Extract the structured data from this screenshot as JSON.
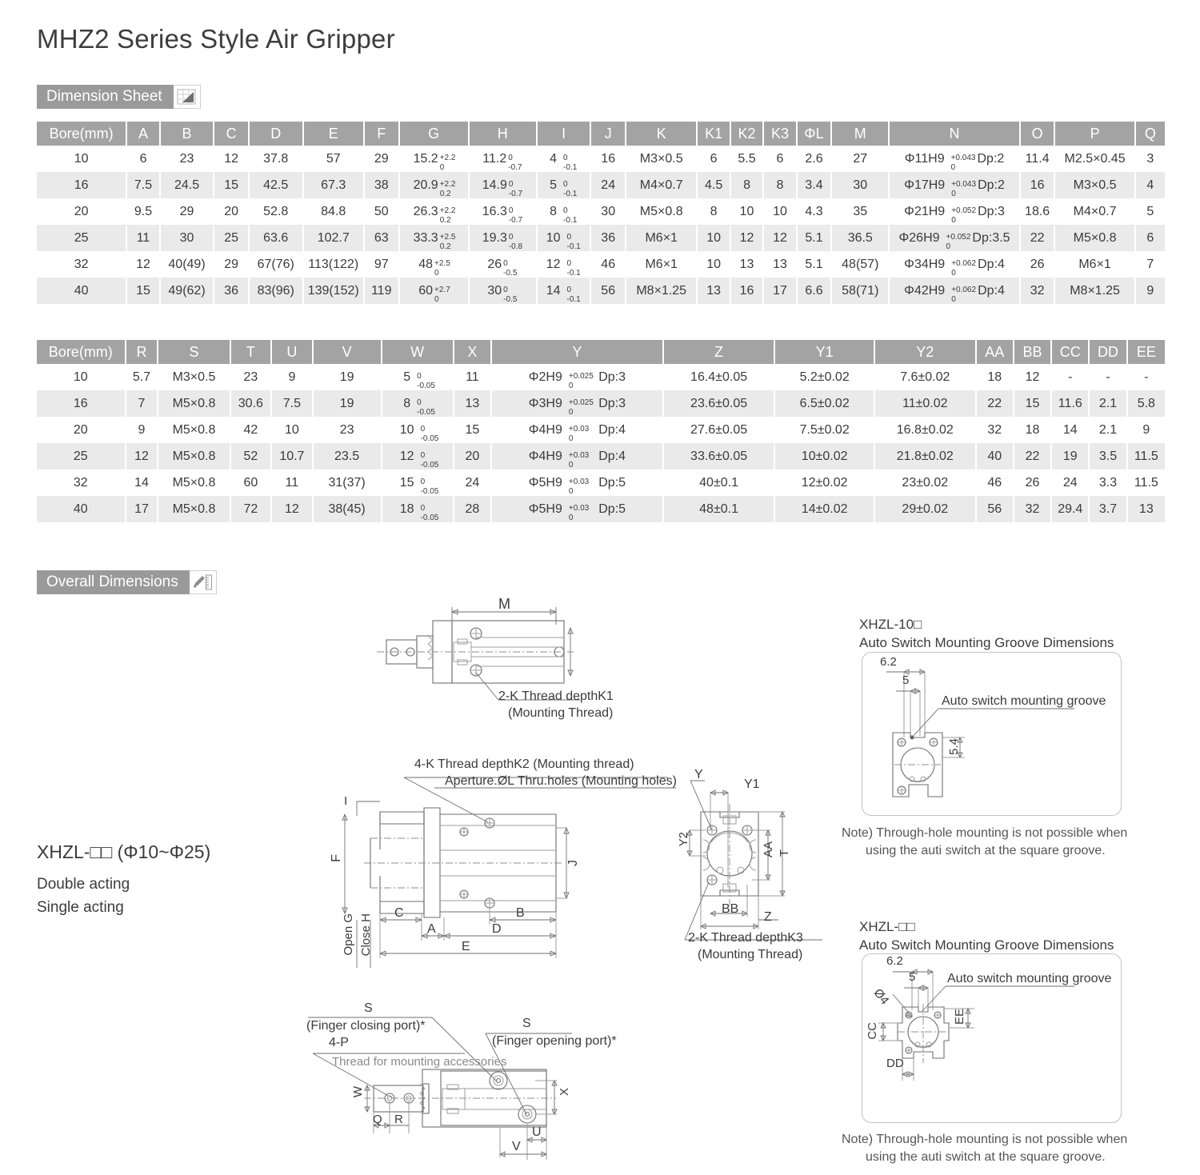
{
  "title": "MHZ2 Series Style Air Gripper",
  "sections": {
    "dimension_sheet": "Dimension Sheet",
    "overall_dimensions": "Overall Dimensions"
  },
  "table1": {
    "headers": [
      "Bore(mm)",
      "A",
      "B",
      "C",
      "D",
      "E",
      "F",
      "G",
      "H",
      "I",
      "J",
      "K",
      "K1",
      "K2",
      "K3",
      "ΦL",
      "M",
      "N",
      "O",
      "P",
      "Q"
    ],
    "rows": [
      {
        "bore": "10",
        "A": "6",
        "B": "23",
        "C": "12",
        "D": "37.8",
        "E": "57",
        "F": "29",
        "G": {
          "base": "15.2",
          "up": "+2.2",
          "lo": "0"
        },
        "H": {
          "base": "11.2",
          "up": "0",
          "lo": "-0.7"
        },
        "I": {
          "base": "4",
          "up": "0",
          "lo": "-0.1"
        },
        "J": "16",
        "K": "M3×0.5",
        "K1": "6",
        "K2": "5.5",
        "K3": "6",
        "L": "2.6",
        "M": "27",
        "N": {
          "base": "Φ11H9",
          "up": "+0.043",
          "lo": "0",
          "dp": "Dp:2"
        },
        "O": "11.4",
        "P": "M2.5×0.45",
        "Q": "3"
      },
      {
        "bore": "16",
        "A": "7.5",
        "B": "24.5",
        "C": "15",
        "D": "42.5",
        "E": "67.3",
        "F": "38",
        "G": {
          "base": "20.9",
          "up": "+2.2",
          "lo": "0.2"
        },
        "H": {
          "base": "14.9",
          "up": "0",
          "lo": "-0.7"
        },
        "I": {
          "base": "5",
          "up": "0",
          "lo": "-0.1"
        },
        "J": "24",
        "K": "M4×0.7",
        "K1": "4.5",
        "K2": "8",
        "K3": "8",
        "L": "3.4",
        "M": "30",
        "N": {
          "base": "Φ17H9",
          "up": "+0.043",
          "lo": "0",
          "dp": "Dp:2"
        },
        "O": "16",
        "P": "M3×0.5",
        "Q": "4"
      },
      {
        "bore": "20",
        "A": "9.5",
        "B": "29",
        "C": "20",
        "D": "52.8",
        "E": "84.8",
        "F": "50",
        "G": {
          "base": "26.3",
          "up": "+2.2",
          "lo": "0.2"
        },
        "H": {
          "base": "16.3",
          "up": "0",
          "lo": "-0.7"
        },
        "I": {
          "base": "8",
          "up": "0",
          "lo": "-0.1"
        },
        "J": "30",
        "K": "M5×0.8",
        "K1": "8",
        "K2": "10",
        "K3": "10",
        "L": "4.3",
        "M": "35",
        "N": {
          "base": "Φ21H9",
          "up": "+0.052",
          "lo": "0",
          "dp": "Dp:3"
        },
        "O": "18.6",
        "P": "M4×0.7",
        "Q": "5"
      },
      {
        "bore": "25",
        "A": "11",
        "B": "30",
        "C": "25",
        "D": "63.6",
        "E": "102.7",
        "F": "63",
        "G": {
          "base": "33.3",
          "up": "+2.5",
          "lo": "0.2"
        },
        "H": {
          "base": "19.3",
          "up": "0",
          "lo": "-0.8"
        },
        "I": {
          "base": "10",
          "up": "0",
          "lo": "-0.1"
        },
        "J": "36",
        "K": "M6×1",
        "K1": "10",
        "K2": "12",
        "K3": "12",
        "L": "5.1",
        "M": "36.5",
        "N": {
          "base": "Φ26H9",
          "up": "+0.052",
          "lo": "0",
          "dp": "Dp:3.5"
        },
        "O": "22",
        "P": "M5×0.8",
        "Q": "6"
      },
      {
        "bore": "32",
        "A": "12",
        "B": "40(49)",
        "C": "29",
        "D": "67(76)",
        "E": "113(122)",
        "F": "97",
        "G": {
          "base": "48",
          "up": "+2.5",
          "lo": "0"
        },
        "H": {
          "base": "26",
          "up": "0",
          "lo": "-0.5"
        },
        "I": {
          "base": "12",
          "up": "0",
          "lo": "-0.1"
        },
        "J": "46",
        "K": "M6×1",
        "K1": "10",
        "K2": "13",
        "K3": "13",
        "L": "5.1",
        "M": "48(57)",
        "N": {
          "base": "Φ34H9",
          "up": "+0.062",
          "lo": "0",
          "dp": "Dp:4"
        },
        "O": "26",
        "P": "M6×1",
        "Q": "7"
      },
      {
        "bore": "40",
        "A": "15",
        "B": "49(62)",
        "C": "36",
        "D": "83(96)",
        "E": "139(152)",
        "F": "119",
        "G": {
          "base": "60",
          "up": "+2.7",
          "lo": "0"
        },
        "H": {
          "base": "30",
          "up": "0",
          "lo": "-0.5"
        },
        "I": {
          "base": "14",
          "up": "0",
          "lo": "-0.1"
        },
        "J": "56",
        "K": "M8×1.25",
        "K1": "13",
        "K2": "16",
        "K3": "17",
        "L": "6.6",
        "M": "58(71)",
        "N": {
          "base": "Φ42H9",
          "up": "+0.062",
          "lo": "0",
          "dp": "Dp:4"
        },
        "O": "32",
        "P": "M8×1.25",
        "Q": "9"
      }
    ]
  },
  "table2": {
    "headers": [
      "Bore(mm)",
      "R",
      "S",
      "T",
      "U",
      "V",
      "W",
      "X",
      "Y",
      "Z",
      "Y1",
      "Y2",
      "AA",
      "BB",
      "CC",
      "DD",
      "EE"
    ],
    "rows": [
      {
        "bore": "10",
        "R": "5.7",
        "S": "M3×0.5",
        "T": "23",
        "U": "9",
        "V": "19",
        "W": {
          "base": "5",
          "up": "0",
          "lo": "-0.05"
        },
        "X": "11",
        "Y": {
          "base": "Φ2H9",
          "up": "+0.025",
          "lo": "0",
          "dp": "Dp:3"
        },
        "Z": "16.4±0.05",
        "Y1": "5.2±0.02",
        "Y2": "7.6±0.02",
        "AA": "18",
        "BB": "12",
        "CC": "-",
        "DD": "-",
        "EE": "-"
      },
      {
        "bore": "16",
        "R": "7",
        "S": "M5×0.8",
        "T": "30.6",
        "U": "7.5",
        "V": "19",
        "W": {
          "base": "8",
          "up": "0",
          "lo": "-0.05"
        },
        "X": "13",
        "Y": {
          "base": "Φ3H9",
          "up": "+0.025",
          "lo": "0",
          "dp": "Dp:3"
        },
        "Z": "23.6±0.05",
        "Y1": "6.5±0.02",
        "Y2": "11±0.02",
        "AA": "22",
        "BB": "15",
        "CC": "11.6",
        "DD": "2.1",
        "EE": "5.8"
      },
      {
        "bore": "20",
        "R": "9",
        "S": "M5×0.8",
        "T": "42",
        "U": "10",
        "V": "23",
        "W": {
          "base": "10",
          "up": "0",
          "lo": "-0.05"
        },
        "X": "15",
        "Y": {
          "base": "Φ4H9",
          "up": "+0.03",
          "lo": "0",
          "dp": "Dp:4"
        },
        "Z": "27.6±0.05",
        "Y1": "7.5±0.02",
        "Y2": "16.8±0.02",
        "AA": "32",
        "BB": "18",
        "CC": "14",
        "DD": "2.1",
        "EE": "9"
      },
      {
        "bore": "25",
        "R": "12",
        "S": "M5×0.8",
        "T": "52",
        "U": "10.7",
        "V": "23.5",
        "W": {
          "base": "12",
          "up": "0",
          "lo": "-0.05"
        },
        "X": "20",
        "Y": {
          "base": "Φ4H9",
          "up": "+0.03",
          "lo": "0",
          "dp": "Dp:4"
        },
        "Z": "33.6±0.05",
        "Y1": "10±0.02",
        "Y2": "21.8±0.02",
        "AA": "40",
        "BB": "22",
        "CC": "19",
        "DD": "3.5",
        "EE": "11.5"
      },
      {
        "bore": "32",
        "R": "14",
        "S": "M5×0.8",
        "T": "60",
        "U": "11",
        "V": "31(37)",
        "W": {
          "base": "15",
          "up": "0",
          "lo": "-0.05"
        },
        "X": "24",
        "Y": {
          "base": "Φ5H9",
          "up": "+0.03",
          "lo": "0",
          "dp": "Dp:5"
        },
        "Z": "40±0.1",
        "Y1": "12±0.02",
        "Y2": "23±0.02",
        "AA": "46",
        "BB": "26",
        "CC": "24",
        "DD": "3.3",
        "EE": "11.5"
      },
      {
        "bore": "40",
        "R": "17",
        "S": "M5×0.8",
        "T": "72",
        "U": "12",
        "V": "38(45)",
        "W": {
          "base": "18",
          "up": "0",
          "lo": "-0.05"
        },
        "X": "28",
        "Y": {
          "base": "Φ5H9",
          "up": "+0.03",
          "lo": "0",
          "dp": "Dp:5"
        },
        "Z": "48±0.1",
        "Y1": "14±0.02",
        "Y2": "29±0.02",
        "AA": "56",
        "BB": "32",
        "CC": "29.4",
        "DD": "3.7",
        "EE": "13"
      }
    ]
  },
  "model": {
    "name": "XHZL-□□ (Φ10~Φ25)",
    "line1": "Double acting",
    "line2": "Single acting"
  },
  "drawings": {
    "top_view": {
      "m": "M",
      "callout_line1": "2-K Thread depthK1",
      "callout_line2": "(Mounting Thread)"
    },
    "side_view": {
      "callout1": "4-K Thread depthK2 (Mounting thread)",
      "callout2": "Aperture.ØL Thru.holes (Mounting holes)",
      "dims": [
        "I",
        "F",
        "J",
        "C",
        "A",
        "B",
        "D",
        "E"
      ],
      "open_g": "Open G",
      "close_h": "Close H"
    },
    "end_view": {
      "dims": [
        "Y",
        "Y1",
        "Y2",
        "AA",
        "T",
        "BB",
        "Z"
      ],
      "callout_line1": "2-K Thread depthK3",
      "callout_line2": "(Mounting Thread)"
    },
    "bottom_view": {
      "s_close_line1": "S",
      "s_close_line2": "(Finger closing port)*",
      "s_open_line1": "S",
      "s_open_line2": "(Finger opening port)*",
      "p_line1": "4-P",
      "p_line2": "Thread for mounting accessories",
      "dims": [
        "W",
        "Q",
        "R",
        "X",
        "U",
        "V"
      ]
    }
  },
  "panels": [
    {
      "title_line1": "XHZL-10□",
      "title_line2": "Auto Switch Mounting Groove Dimensions",
      "dims": {
        "d1": "6.2",
        "d2": "5",
        "d3": "5.4"
      },
      "groove_label": "Auto switch mounting groove",
      "note_line1": "Note) Through-hole mounting is not possible when",
      "note_line2": "using the auti switch at the square groove."
    },
    {
      "title_line1": "XHZL-□□",
      "title_line2": "Auto Switch Mounting Groove Dimensions",
      "dims": {
        "d1": "6.2",
        "d2": "5",
        "d3": "Ø4",
        "cc": "CC",
        "dd": "DD",
        "ee": "EE"
      },
      "groove_label": "Auto switch mounting groove",
      "note_line1": "Note) Through-hole mounting is not possible when",
      "note_line2": "using the auti switch at the square groove."
    }
  ],
  "colors": {
    "header_bg": "#a3a3a3",
    "banner_bg": "#9a9a9a",
    "row_alt": "#eaeaea",
    "text": "#3b3b3b",
    "line": "#6f6f6f"
  }
}
